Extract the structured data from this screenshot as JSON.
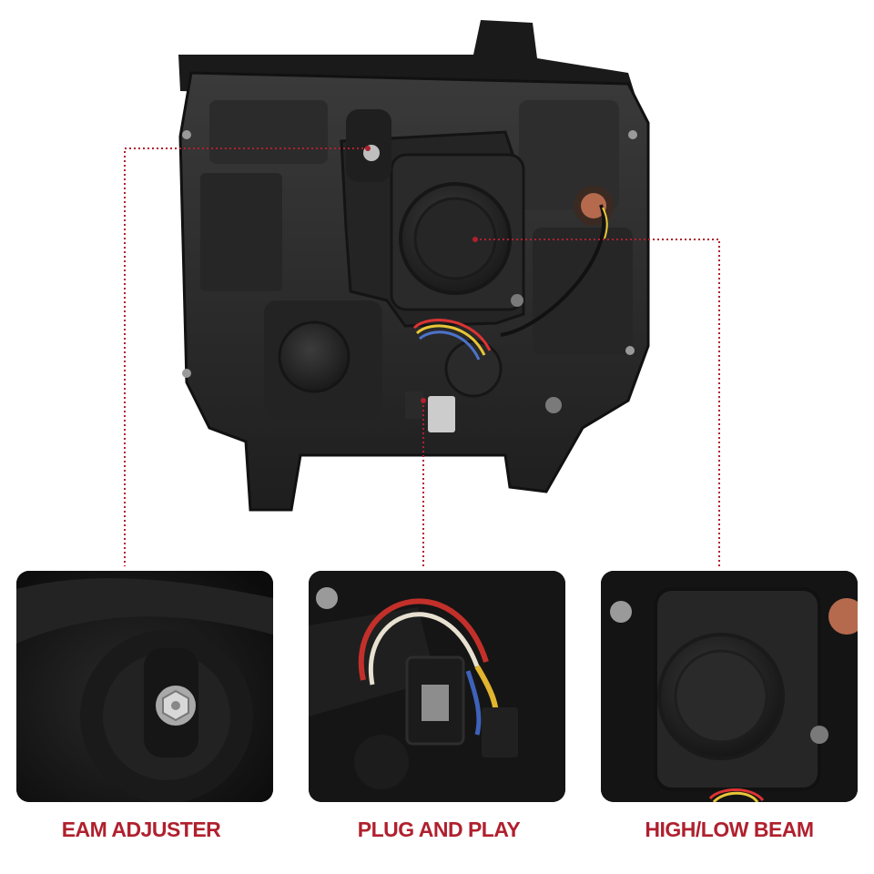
{
  "accent_color": "#b0202e",
  "main_image": {
    "subject": "headlight-rear-housing"
  },
  "panels": [
    {
      "caption": "EAM ADJUSTER",
      "detail": "adjuster-bolt"
    },
    {
      "caption": "PLUG AND PLAY",
      "detail": "wiring-connector"
    },
    {
      "caption": "HIGH/LOW BEAM",
      "detail": "bulb-cap"
    }
  ]
}
